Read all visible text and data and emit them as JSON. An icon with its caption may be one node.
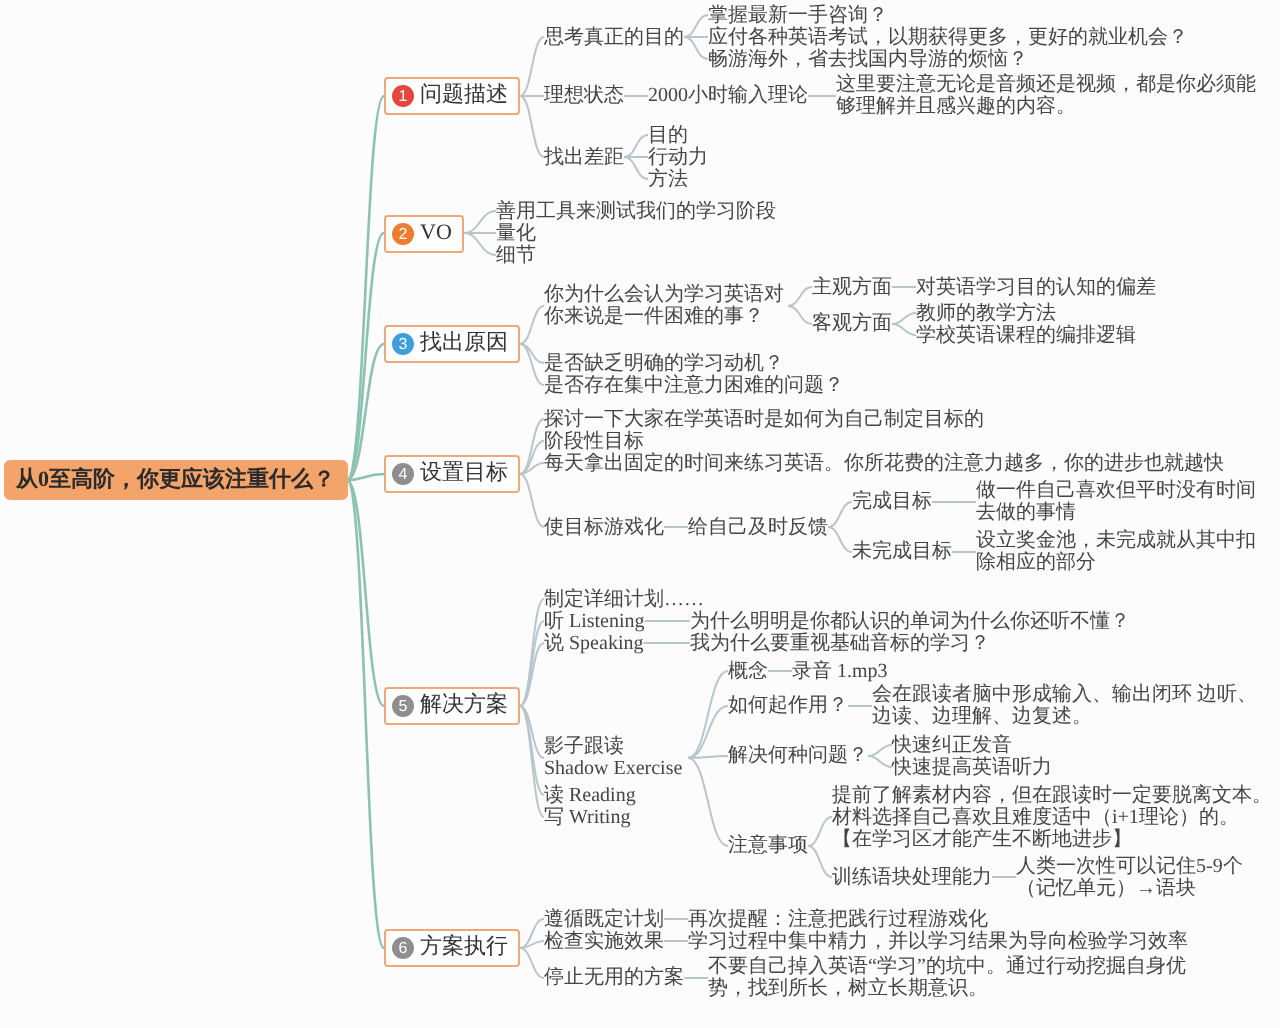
{
  "diagram": {
    "nodes": [
      {
        "text": [
          "从0至高阶，你更应该注重什么？"
        ]
      },
      {
        "text": [
          "1",
          "问题描述"
        ]
      },
      {
        "text": [
          "思考真正的目的"
        ]
      },
      {
        "text": [
          "掌握最新一手咨询？"
        ]
      },
      {
        "text": [
          "应付各种英语考试，以期获得更多，更好的就业机会？"
        ]
      },
      {
        "text": [
          "畅游海外，省去找国内导游的烦恼？"
        ]
      },
      {
        "text": [
          "理想状态"
        ]
      },
      {
        "text": [
          "2000小时输入理论"
        ]
      },
      {
        "text": [
          "这里要注意无论是音频还是视频，都是你必须能够理解并且感兴趣的内容。"
        ]
      },
      {
        "text": [
          "找出差距"
        ]
      },
      {
        "text": [
          "目的"
        ]
      },
      {
        "text": [
          "行动力"
        ]
      },
      {
        "text": [
          "方法"
        ]
      },
      {
        "text": [
          "2",
          "VO"
        ]
      },
      {
        "text": [
          "善用工具来测试我们的学习阶段"
        ]
      },
      {
        "text": [
          "量化"
        ]
      },
      {
        "text": [
          "细节"
        ]
      },
      {
        "text": [
          "3",
          "找出原因"
        ]
      },
      {
        "text": [
          "你为什么会认为学习英语对你来说是一件困难的事？"
        ]
      },
      {
        "text": [
          "主观方面"
        ]
      },
      {
        "text": [
          "对英语学习目的认知的偏差"
        ]
      },
      {
        "text": [
          "客观方面"
        ]
      },
      {
        "text": [
          "教师的教学方法"
        ]
      },
      {
        "text": [
          "学校英语课程的编排逻辑"
        ]
      },
      {
        "text": [
          "是否缺乏明确的学习动机？"
        ]
      },
      {
        "text": [
          "是否存在集中注意力困难的问题？"
        ]
      },
      {
        "text": [
          "4",
          "设置目标"
        ]
      },
      {
        "text": [
          "探讨一下大家在学英语时是如何为自己制定目标的"
        ]
      },
      {
        "text": [
          "阶段性目标"
        ]
      },
      {
        "text": [
          "每天拿出固定的时间来练习英语。你所花费的注意力越多，你的进步也就越快"
        ]
      },
      {
        "text": [
          "使目标游戏化"
        ]
      },
      {
        "text": [
          "给自己及时反馈"
        ]
      },
      {
        "text": [
          "完成目标"
        ]
      },
      {
        "text": [
          "做一件自己喜欢但平时没有时间去做的事情"
        ]
      },
      {
        "text": [
          "未完成目标"
        ]
      },
      {
        "text": [
          "设立奖金池，未完成就从其中扣除相应的部分"
        ]
      },
      {
        "text": [
          "5",
          "解决方案"
        ]
      },
      {
        "text": [
          "制定详细计划……"
        ]
      },
      {
        "text": [
          "听 Listening"
        ]
      },
      {
        "text": [
          "为什么明明是你都认识的单词为什么你还听不懂？"
        ]
      },
      {
        "text": [
          "说 Speaking"
        ]
      },
      {
        "text": [
          "我为什么要重视基础音标的学习？"
        ]
      },
      {
        "text": [
          "影子跟读 Shadow Exercise"
        ]
      },
      {
        "text": [
          "概念"
        ]
      },
      {
        "text": [
          "录音 1.mp3"
        ]
      },
      {
        "text": [
          "如何起作用？"
        ]
      },
      {
        "text": [
          "会在跟读者脑中形成输入、输出闭环 边听、边读、边理解、边复述。"
        ]
      },
      {
        "text": [
          "解决何种问题？"
        ]
      },
      {
        "text": [
          "快速纠正发音"
        ]
      },
      {
        "text": [
          "快速提高英语听力"
        ]
      },
      {
        "text": [
          "注意事项"
        ]
      },
      {
        "text": [
          "提前了解素材内容，但在跟读时一定要脱离文本。材料选择自己喜欢且难度适中（i+1理论）的。【在学习区才能产生不断地进步】"
        ]
      },
      {
        "text": [
          "训练语块处理能力"
        ]
      },
      {
        "text": [
          "人类一次性可以记住5-9个（记忆单元）→语块"
        ]
      },
      {
        "text": [
          "读 Reading"
        ]
      },
      {
        "text": [
          "写 Writing"
        ]
      },
      {
        "text": [
          "6",
          "方案执行"
        ]
      },
      {
        "text": [
          "遵循既定计划"
        ]
      },
      {
        "text": [
          "再次提醒：注意把践行过程游戏化"
        ]
      },
      {
        "text": [
          "检查实施效果"
        ]
      },
      {
        "text": [
          "学习过程中集中精力，并以学习结果为导向检验学习效率"
        ]
      },
      {
        "text": [
          "停止无用的方案"
        ]
      },
      {
        "text": [
          "不要自己掉入英语“学习”的坑中。通过行动挖掘自身优势，找到所长，树立长期意识。"
        ]
      }
    ],
    "edges": [
      {
        "from": 0,
        "to": 1,
        "arrow": "none",
        "color": "#8cc2b2"
      },
      {
        "from": 1,
        "to": 2,
        "arrow": "none"
      },
      {
        "from": 2,
        "to": 3,
        "arrow": "none"
      },
      {
        "from": 2,
        "to": 4,
        "arrow": "none"
      },
      {
        "from": 2,
        "to": 5,
        "arrow": "none"
      },
      {
        "from": 1,
        "to": 6,
        "arrow": "none"
      },
      {
        "from": 6,
        "to": 7,
        "arrow": "none"
      },
      {
        "from": 7,
        "to": 8,
        "arrow": "none"
      },
      {
        "from": 1,
        "to": 9,
        "arrow": "none"
      },
      {
        "from": 9,
        "to": 10,
        "arrow": "none"
      },
      {
        "from": 9,
        "to": 11,
        "arrow": "none"
      },
      {
        "from": 9,
        "to": 12,
        "arrow": "none"
      },
      {
        "from": 0,
        "to": 13,
        "arrow": "none",
        "color": "#8cc2b2"
      },
      {
        "from": 13,
        "to": 14,
        "arrow": "none"
      },
      {
        "from": 13,
        "to": 15,
        "arrow": "none"
      },
      {
        "from": 13,
        "to": 16,
        "arrow": "none"
      },
      {
        "from": 0,
        "to": 17,
        "arrow": "none",
        "color": "#8cc2b2"
      },
      {
        "from": 17,
        "to": 18,
        "arrow": "none"
      },
      {
        "from": 18,
        "to": 19,
        "arrow": "none"
      },
      {
        "from": 19,
        "to": 20,
        "arrow": "none"
      },
      {
        "from": 18,
        "to": 21,
        "arrow": "none"
      },
      {
        "from": 21,
        "to": 22,
        "arrow": "none"
      },
      {
        "from": 21,
        "to": 23,
        "arrow": "none"
      },
      {
        "from": 17,
        "to": 24,
        "arrow": "none"
      },
      {
        "from": 17,
        "to": 25,
        "arrow": "none"
      },
      {
        "from": 0,
        "to": 26,
        "arrow": "none",
        "color": "#8cc2b2"
      },
      {
        "from": 26,
        "to": 27,
        "arrow": "none"
      },
      {
        "from": 26,
        "to": 28,
        "arrow": "none"
      },
      {
        "from": 26,
        "to": 29,
        "arrow": "none"
      },
      {
        "from": 26,
        "to": 30,
        "arrow": "none"
      },
      {
        "from": 30,
        "to": 31,
        "arrow": "none"
      },
      {
        "from": 31,
        "to": 32,
        "arrow": "none"
      },
      {
        "from": 32,
        "to": 33,
        "arrow": "none"
      },
      {
        "from": 31,
        "to": 34,
        "arrow": "none"
      },
      {
        "from": 34,
        "to": 35,
        "arrow": "none"
      },
      {
        "from": 0,
        "to": 36,
        "arrow": "none",
        "color": "#8cc2b2"
      },
      {
        "from": 36,
        "to": 37,
        "arrow": "none"
      },
      {
        "from": 36,
        "to": 38,
        "arrow": "none"
      },
      {
        "from": 38,
        "to": 39,
        "arrow": "none"
      },
      {
        "from": 36,
        "to": 40,
        "arrow": "none"
      },
      {
        "from": 40,
        "to": 41,
        "arrow": "none"
      },
      {
        "from": 36,
        "to": 42,
        "arrow": "none"
      },
      {
        "from": 42,
        "to": 43,
        "arrow": "none"
      },
      {
        "from": 43,
        "to": 44,
        "arrow": "none"
      },
      {
        "from": 42,
        "to": 45,
        "arrow": "none"
      },
      {
        "from": 45,
        "to": 46,
        "arrow": "none"
      },
      {
        "from": 42,
        "to": 47,
        "arrow": "none"
      },
      {
        "from": 47,
        "to": 48,
        "arrow": "none"
      },
      {
        "from": 47,
        "to": 49,
        "arrow": "none"
      },
      {
        "from": 42,
        "to": 50,
        "arrow": "none"
      },
      {
        "from": 50,
        "to": 51,
        "arrow": "none"
      },
      {
        "from": 50,
        "to": 52,
        "arrow": "none"
      },
      {
        "from": 52,
        "to": 53,
        "arrow": "none"
      },
      {
        "from": 36,
        "to": 54,
        "arrow": "none"
      },
      {
        "from": 36,
        "to": 55,
        "arrow": "none"
      },
      {
        "from": 0,
        "to": 56,
        "arrow": "none",
        "color": "#8cc2b2"
      },
      {
        "from": 56,
        "to": 57,
        "arrow": "none"
      },
      {
        "from": 57,
        "to": 58,
        "arrow": "none"
      },
      {
        "from": 56,
        "to": 59,
        "arrow": "none"
      },
      {
        "from": 59,
        "to": 60,
        "arrow": "none"
      },
      {
        "from": 56,
        "to": 61,
        "arrow": "none"
      },
      {
        "from": 61,
        "to": 62,
        "arrow": "none"
      }
    ]
  }
}
